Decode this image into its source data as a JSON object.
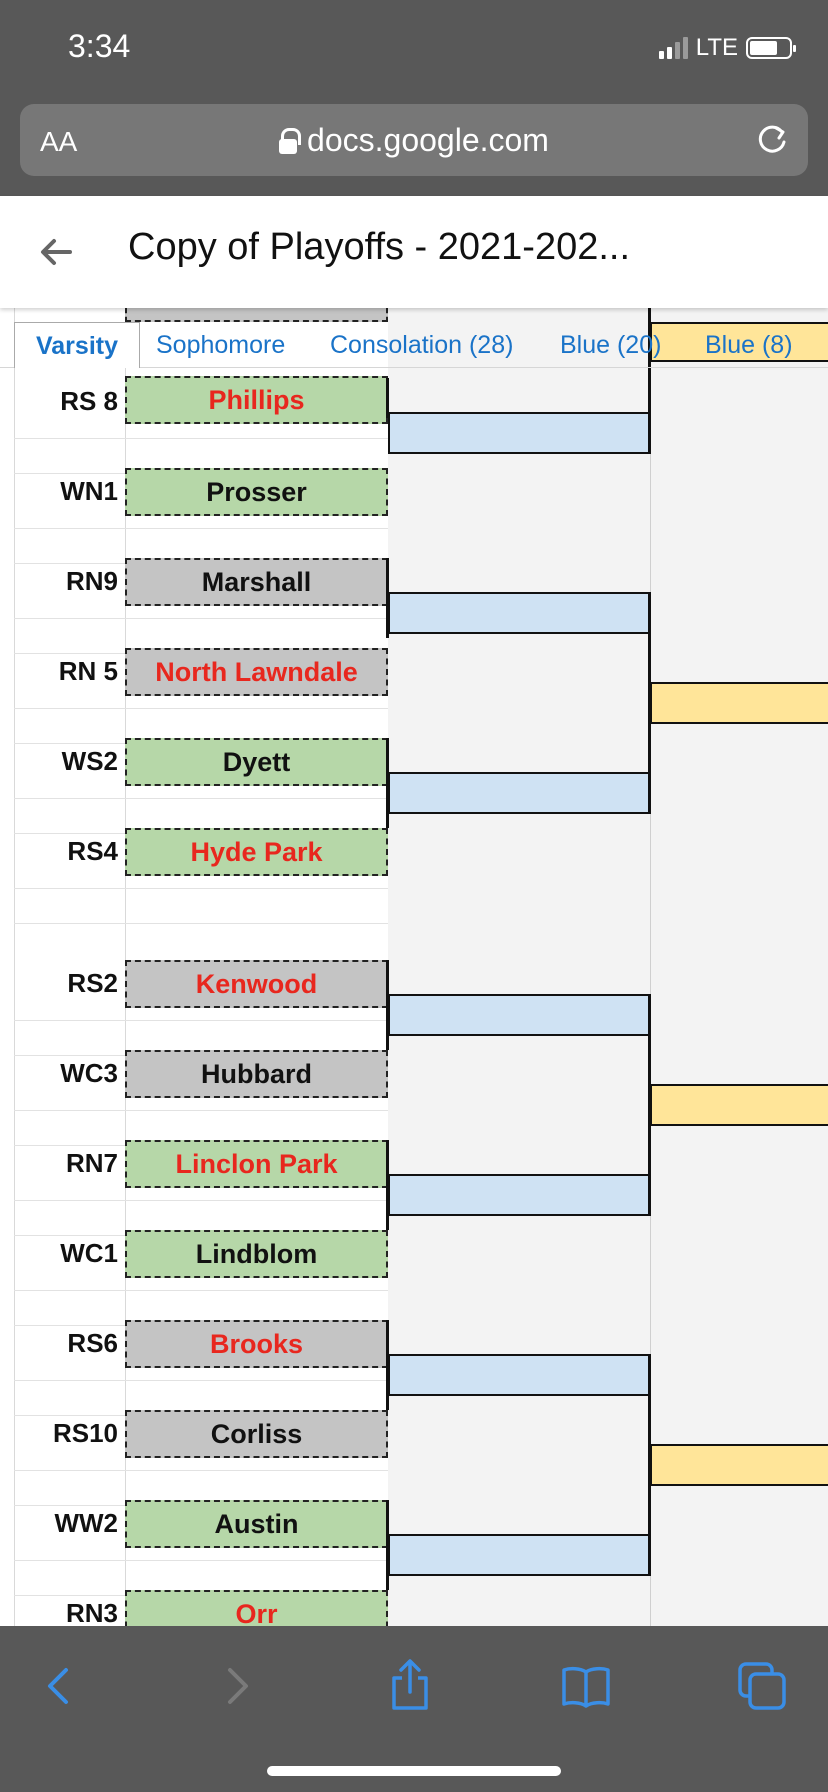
{
  "status": {
    "time": "3:34",
    "network": "LTE"
  },
  "browser": {
    "text_size": "AA",
    "url": "docs.google.com"
  },
  "doc": {
    "title": "Copy of Playoffs - 2021-202..."
  },
  "tabs": [
    {
      "label": "Varsity",
      "active": true
    },
    {
      "label": "Sophomore"
    },
    {
      "label": "Consolation (28)"
    },
    {
      "label": "Blue (20)"
    },
    {
      "label": "Blue (8)"
    }
  ],
  "teams": [
    {
      "seed": "RS 8",
      "name": "Phillips",
      "fill": "green",
      "text_color": "red"
    },
    {
      "seed": "WN1",
      "name": "Prosser",
      "fill": "green",
      "text_color": "black"
    },
    {
      "seed": "RN9",
      "name": "Marshall",
      "fill": "gray",
      "text_color": "black"
    },
    {
      "seed": "RN 5",
      "name": "North Lawndale",
      "fill": "gray",
      "text_color": "red"
    },
    {
      "seed": "WS2",
      "name": "Dyett",
      "fill": "green",
      "text_color": "black"
    },
    {
      "seed": "RS4",
      "name": "Hyde Park",
      "fill": "green",
      "text_color": "red"
    },
    {
      "seed": "RS2",
      "name": "Kenwood",
      "fill": "gray",
      "text_color": "red"
    },
    {
      "seed": "WC3",
      "name": "Hubbard",
      "fill": "gray",
      "text_color": "black"
    },
    {
      "seed": "RN7",
      "name": "Linclon Park",
      "fill": "green",
      "text_color": "red"
    },
    {
      "seed": "WC1",
      "name": "Lindblom",
      "fill": "green",
      "text_color": "black"
    },
    {
      "seed": "RS6",
      "name": "Brooks",
      "fill": "gray",
      "text_color": "red"
    },
    {
      "seed": "RS10",
      "name": "Corliss",
      "fill": "gray",
      "text_color": "black"
    },
    {
      "seed": "WW2",
      "name": "Austin",
      "fill": "green",
      "text_color": "black"
    },
    {
      "seed": "RN3",
      "name": "Orr",
      "fill": "green",
      "text_color": "red"
    }
  ],
  "colors": {
    "tab_link": "#1a73c8",
    "team_green": "#b6d7a8",
    "team_gray": "#c4c4c4",
    "round2_blue": "#cfe2f3",
    "round3_yellow": "#ffe599",
    "red_text": "#e8271e"
  },
  "icons": [
    "back-arrow-icon",
    "lock-icon",
    "reload-icon",
    "chevron-left-icon",
    "chevron-right-icon",
    "share-icon",
    "bookmarks-icon",
    "tabs-icon"
  ]
}
